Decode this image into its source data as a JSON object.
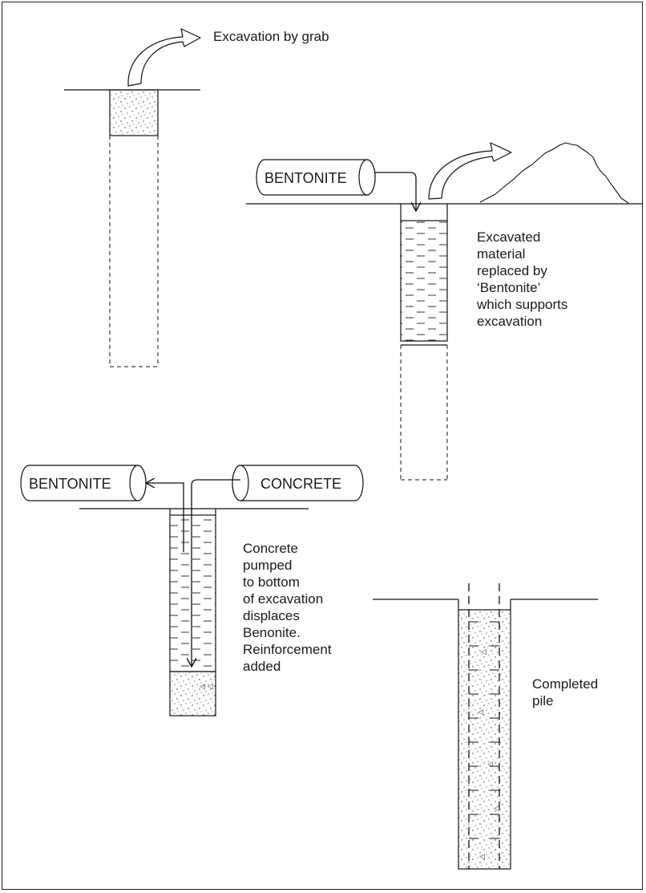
{
  "stage1": {
    "caption": "Excavation by grab"
  },
  "stage2": {
    "tank_label": "BENTONITE",
    "caption_lines": [
      "Excavated",
      "material",
      "replaced by",
      "‘Bentonite’",
      "which supports",
      "excavation"
    ]
  },
  "stage3": {
    "tank_left_label": "BENTONITE",
    "tank_right_label": "CONCRETE",
    "caption_lines": [
      "Concrete",
      "pumped",
      "to bottom",
      "of excavation",
      "displaces",
      "Benonite.",
      "Reinforcement",
      "added"
    ]
  },
  "stage4": {
    "caption_lines": [
      "Completed",
      "pile"
    ]
  }
}
